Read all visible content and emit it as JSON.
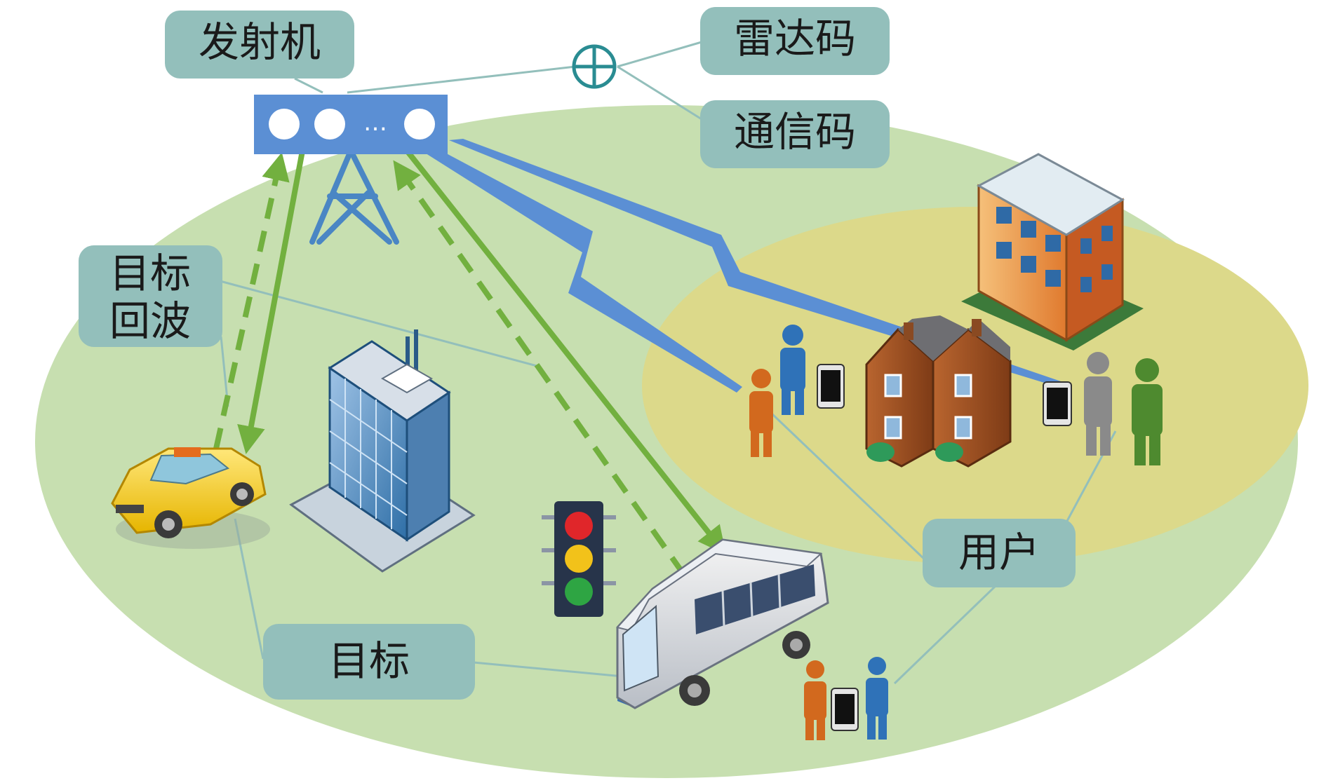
{
  "labels": {
    "transmitter": "发射机",
    "radar_code": "雷达码",
    "comm_code": "通信码",
    "target_echo_line1": "目标",
    "target_echo_line2": "回波",
    "target": "目标",
    "user": "用户"
  },
  "transmitter_array": {
    "ellipsis": "…"
  },
  "colors": {
    "coverage": "#c7dfb0",
    "user_zone": "#dcd98a",
    "label_bg": "#93bfbb",
    "connector": "#93bfbb",
    "beam_blue": "#5b8fd4",
    "echo_green": "#72b03f",
    "mixer": "#2a8c92"
  }
}
